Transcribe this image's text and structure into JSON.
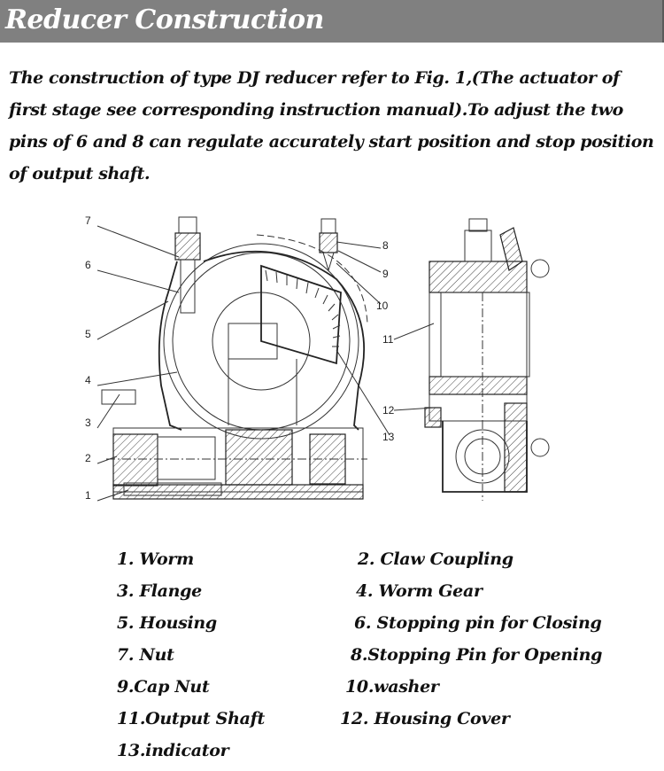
{
  "header": {
    "title": "Reducer Construction"
  },
  "intro": {
    "lines": [
      "The construction of type DJ reducer refer to Fig. 1,(The actuator of",
      "first stage see corresponding instruction manual).To adjust the two",
      "pins of 6 and 8 can regulate accurately start position and stop position",
      "of output shaft."
    ]
  },
  "figure": {
    "callouts": [
      "1",
      "2",
      "3",
      "4",
      "5",
      "6",
      "7",
      "8",
      "9",
      "10",
      "11",
      "12",
      "13"
    ]
  },
  "legend": {
    "items": [
      "1.   Worm",
      "2.   Claw Coupling",
      "3.  Flange",
      "4.  Worm Gear",
      "5.  Housing",
      "6. Stopping pin for Closing",
      "7.   Nut",
      "8.Stopping Pin for Opening",
      "9.Cap Nut",
      "10.washer",
      "11.Output Shaft",
      "12. Housing Cover",
      "13.indicator"
    ]
  }
}
